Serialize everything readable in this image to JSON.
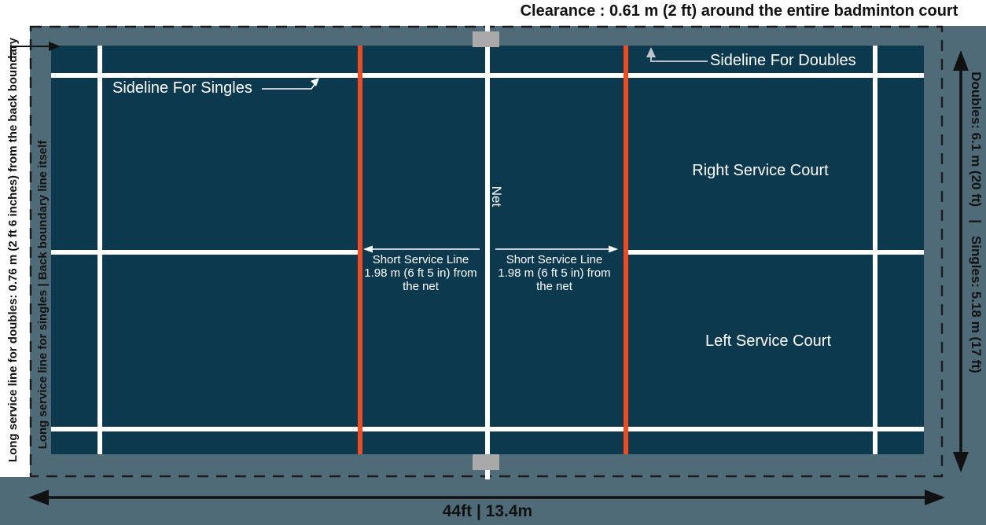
{
  "title": "Clearance : 0.61 m (2 ft) around the entire badminton court",
  "colors": {
    "court": "#0d394e",
    "clearance_floor": "#4e6b77",
    "court_line_white": "#ffffff",
    "short_service_line_orange": "#ee4b22",
    "net_post_gray": "#a9a9a9",
    "annotation_dark": "#121212",
    "doubles_arrow_gray": "#bdc5c9"
  },
  "court": {
    "labels": {
      "sideline_singles": "Sideline For Singles",
      "sideline_doubles": "Sideline For Doubles",
      "right_service_court": "Right Service Court",
      "left_service_court": "Left Service Court",
      "net": "Net",
      "short_service": {
        "line1": "Short Service Line",
        "line2": "1.98 m (6 ft 5 in) from",
        "line3": "the net"
      }
    }
  },
  "dimensions": {
    "left_outer_label": "Long service line for doubles: 0.76 m (2 ft 6 inches) from the back boundary",
    "left_inner_label": "Long service line for singles | Back boundary line itself",
    "right_doubles_label": "Doubles: 6.1 m (20 ft)",
    "right_separator": "|",
    "right_singles_label": "Singles: 5.18 m (17 ft)",
    "bottom_width_label": "44ft | 13.4m"
  }
}
